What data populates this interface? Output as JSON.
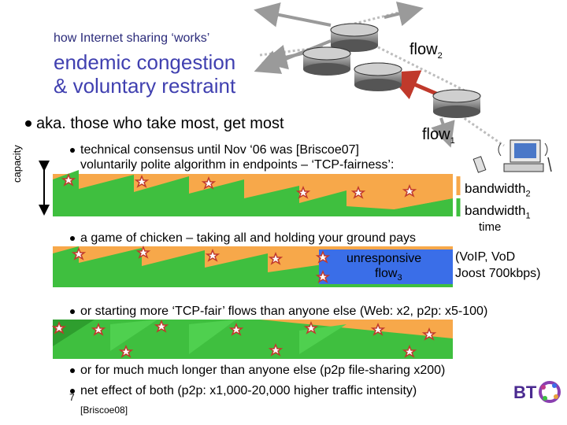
{
  "header": {
    "small_title": "how Internet sharing ‘works’",
    "title_line1": "endemic congestion",
    "title_line2": "& voluntary restraint"
  },
  "main_bullet": "aka. those who take most, get most",
  "bullets": {
    "b1_line1": "technical consensus until Nov ‘06 was [Briscoe07]",
    "b1_line2": "voluntarily polite algorithm in endpoints – ‘TCP-fairness’:",
    "b2": "a game of chicken – taking all and holding your ground pays",
    "b3": "or starting more ‘TCP-fair’ flows than anyone else (Web: x2, p2p: x5-100)",
    "b4": "or for much much longer than anyone else (p2p file-sharing x200)",
    "b5": "net effect of both (p2p: x1,000-20,000 higher traffic intensity)"
  },
  "labels": {
    "flow2": "flow",
    "flow2_sub": "2",
    "flow1": "flow",
    "flow1_sub": "1",
    "capacity": "capacity",
    "bandwidth2": "bandwidth",
    "bandwidth2_sub": "2",
    "bandwidth1": "bandwidth",
    "bandwidth1_sub": "1",
    "time": "time",
    "unresponsive": "unresponsive",
    "flow3": "flow",
    "flow3_sub": "3",
    "voip_line1": "(VoIP, VoD",
    "voip_line2": "Joost 700kbps)"
  },
  "footer": {
    "page_number": "7",
    "citation": "[Briscoe08]",
    "logo_text": "BT"
  },
  "colors": {
    "title_blue": "#4040b0",
    "green": "#3fbf3f",
    "orange": "#f7a84a",
    "unresponsive_blue": "#3a6ee8",
    "arrow_red": "#c0392b",
    "router_gray": "#777777"
  }
}
